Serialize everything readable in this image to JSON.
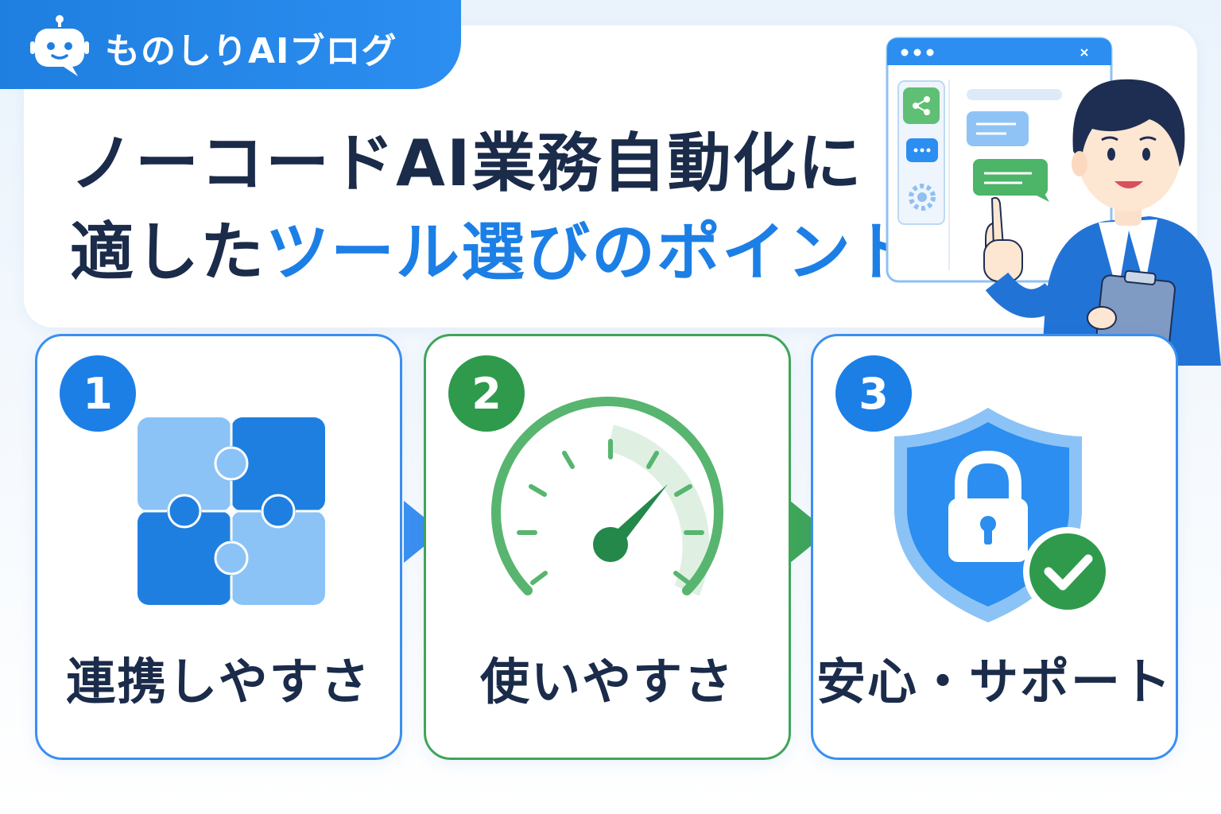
{
  "brand": {
    "name": "ものしりAIブログ",
    "icon": "robot-icon"
  },
  "hero": {
    "title_line1": "ノーコードAI業務自動化に",
    "title_line2_prefix": "適した",
    "title_line2_highlight": "ツール選びのポイント"
  },
  "points": [
    {
      "number": "1",
      "label": "連携しやすさ",
      "icon": "puzzle-icon",
      "color": "#1c7fe6"
    },
    {
      "number": "2",
      "label": "使いやすさ",
      "icon": "speedometer-icon",
      "color": "#2f9a4c"
    },
    {
      "number": "3",
      "label": "安心・サポート",
      "icon": "shield-lock-icon",
      "color": "#1c7fe6"
    }
  ],
  "colors": {
    "primary_blue": "#1c7fe6",
    "accent_green": "#2f9a4c",
    "text_dark": "#1b2b4a"
  }
}
